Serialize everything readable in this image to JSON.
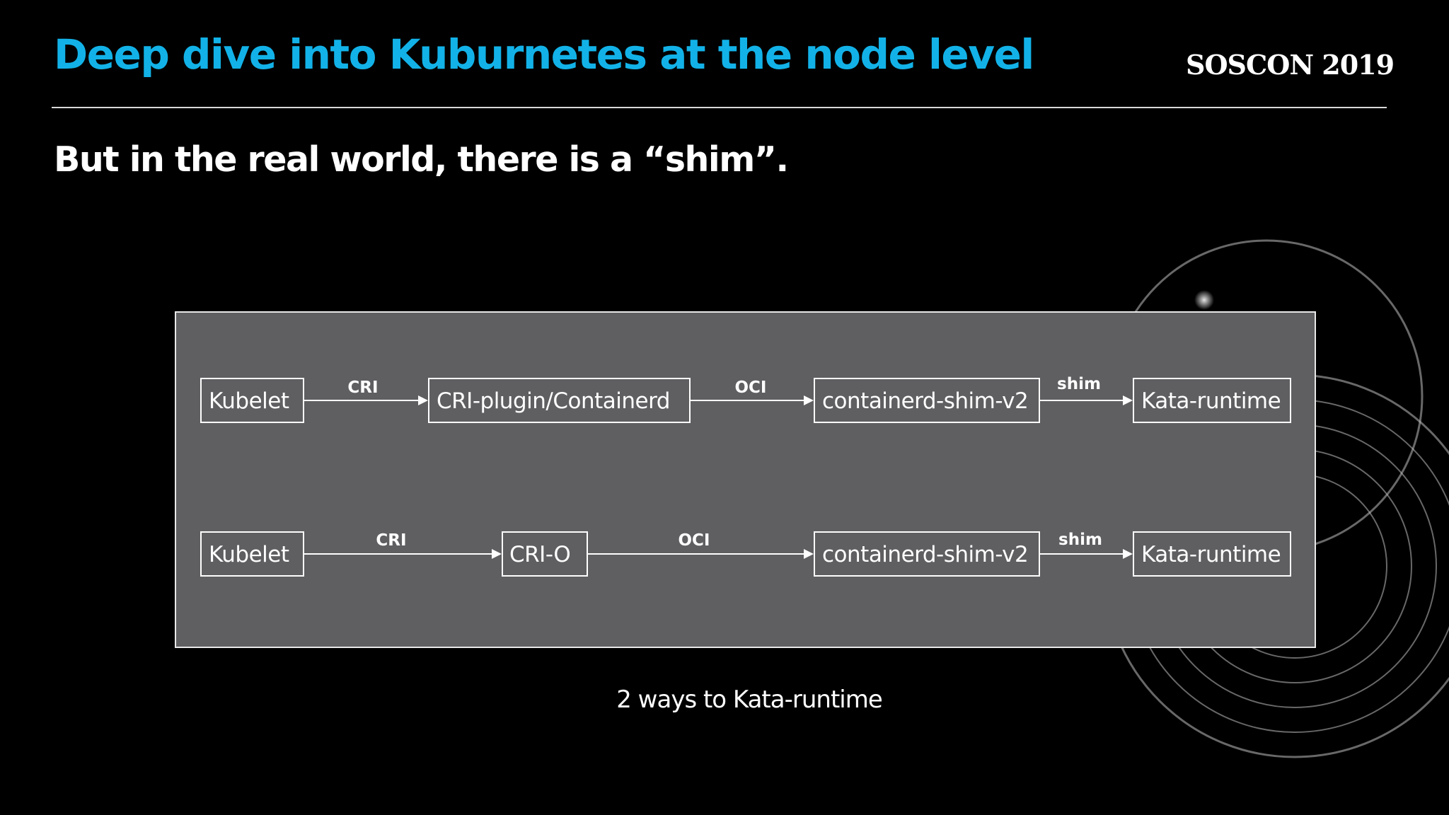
{
  "slide": {
    "title": "Deep dive into Kuburnetes at the node level",
    "brand": "SOSCON 2019",
    "subtitle": "But in the real world, there is a “shim”.",
    "caption": "2 ways to Kata-runtime"
  },
  "colors": {
    "background": "#000000",
    "title": "#12b2e8",
    "panel": "#5f5e61",
    "foreground": "#ffffff"
  },
  "diagram": {
    "rows": [
      {
        "nodes": [
          "Kubelet",
          "CRI-plugin/Containerd",
          "containerd-shim-v2",
          "Kata-runtime"
        ],
        "edges": [
          "CRI",
          "OCI",
          "shim"
        ]
      },
      {
        "nodes": [
          "Kubelet",
          "CRI-O",
          "containerd-shim-v2",
          "Kata-runtime"
        ],
        "edges": [
          "CRI",
          "OCI",
          "shim"
        ]
      }
    ]
  }
}
